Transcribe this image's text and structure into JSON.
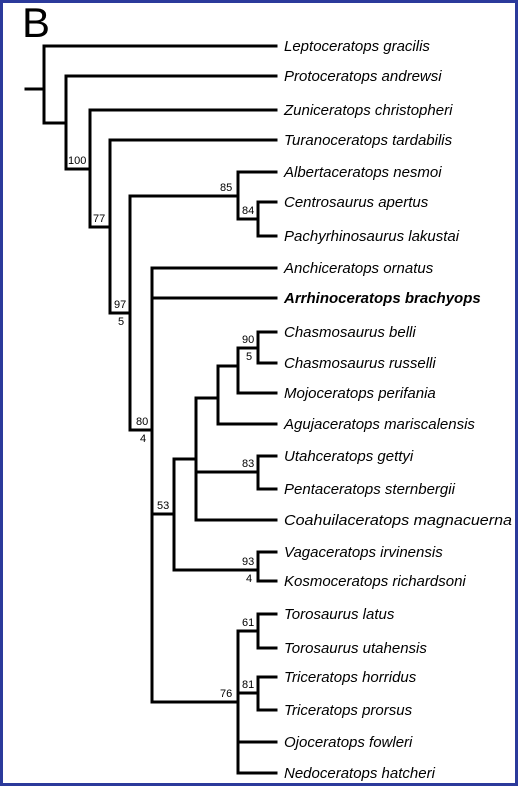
{
  "panel": {
    "letter": "B"
  },
  "taxa": [
    {
      "name": "Leptoceratops gracilis",
      "bold": false
    },
    {
      "name": "Protoceratops andrewsi",
      "bold": false
    },
    {
      "name": "Zuniceratops christopheri",
      "bold": false
    },
    {
      "name": "Turanoceratops tardabilis",
      "bold": false
    },
    {
      "name": "Albertaceratops nesmoi",
      "bold": false
    },
    {
      "name": "Centrosaurus apertus",
      "bold": false
    },
    {
      "name": "Pachyrhinosaurus lakustai",
      "bold": false
    },
    {
      "name": "Anchiceratops ornatus",
      "bold": false
    },
    {
      "name": "Arrhinoceratops brachyops",
      "bold": true
    },
    {
      "name": "Chasmosaurus belli",
      "bold": false
    },
    {
      "name": "Chasmosaurus russelli",
      "bold": false
    },
    {
      "name": "Mojoceratops perifania",
      "bold": false
    },
    {
      "name": "Agujaceratops mariscalensis",
      "bold": false
    },
    {
      "name": "Utahceratops gettyi",
      "bold": false
    },
    {
      "name": "Pentaceratops sternbergii",
      "bold": false
    },
    {
      "name": "Coahuilaceratops magnacuerna",
      "bold": false
    },
    {
      "name": "Vagaceratops irvinensis",
      "bold": false
    },
    {
      "name": "Kosmoceratops richardsoni",
      "bold": false
    },
    {
      "name": "Torosaurus latus",
      "bold": false
    },
    {
      "name": "Torosaurus utahensis",
      "bold": false
    },
    {
      "name": "Triceratops horridus",
      "bold": false
    },
    {
      "name": "Triceratops prorsus",
      "bold": false
    },
    {
      "name": "Ojoceratops fowleri",
      "bold": false
    },
    {
      "name": "Nedoceratops hatcheri",
      "bold": false
    }
  ],
  "supports": {
    "zuniceratops_clade": "100",
    "turanoceratops_clade": "77",
    "ceratopsid_clade": {
      "above": "97",
      "below": "5"
    },
    "centrosaurine_clade": "85",
    "centrosaurus_pachy": "84",
    "chasmosaurine_clade": {
      "above": "80",
      "below": "4"
    },
    "chasmosaurus_group": {
      "above": "90",
      "below": "5"
    },
    "utah_penta": "83",
    "large_chasmo_clade": "53",
    "vaga_kosmo": {
      "above": "93",
      "below": "4"
    },
    "torosaurus": "61",
    "triceratops": "81",
    "triceratopsin_clade": "76"
  },
  "colors": {
    "frame": "#2b3a9b",
    "lines": "#000000"
  }
}
